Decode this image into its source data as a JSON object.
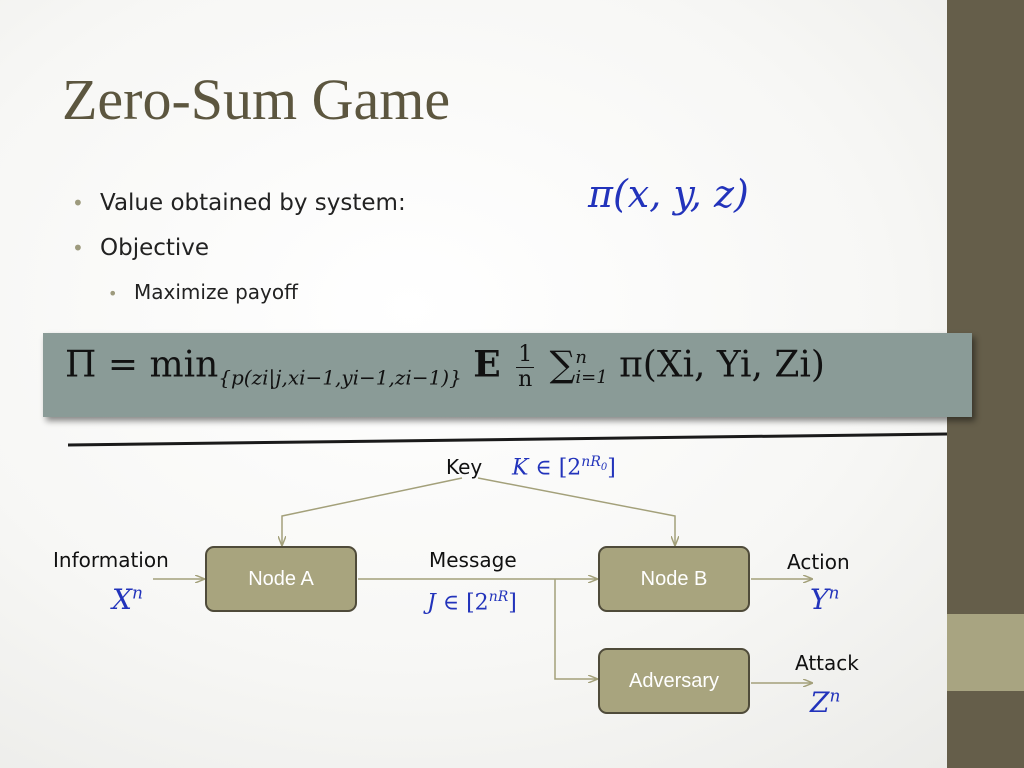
{
  "title": "Zero-Sum Game",
  "bullets": [
    {
      "text": "Value obtained by system:"
    },
    {
      "text": "Objective"
    },
    {
      "text": "Maximize payoff"
    }
  ],
  "bullet_glyph": "•",
  "pi_expression": "π(x, y, z)",
  "formula": {
    "lhs": "Π = min",
    "min_subscript": "{p(zi|j,xi−1,yi−1,zi−1)}",
    "expectation": "E",
    "fraction_num": "1",
    "fraction_den": "n",
    "sum_upper": "n",
    "sum_lower": "i=1",
    "summand": "π(Xi, Yi, Zi)"
  },
  "diagram": {
    "key_label": "Key",
    "key_set": "K ∈ [2nR0]",
    "information_label": "Information",
    "information_var": "Xn",
    "node_a": "Node A",
    "message_label": "Message",
    "message_set": "J ∈ [2nR]",
    "node_b": "Node B",
    "action_label": "Action",
    "action_var": "Yn",
    "adversary": "Adversary",
    "attack_label": "Attack",
    "attack_var": "Zn"
  },
  "colors": {
    "title": "#5c563f",
    "band_dark": "#655e4a",
    "band_light": "#a8a481",
    "formula_box": "#8a9b97",
    "node_fill": "#a8a47e",
    "math_blue": "#2233bb",
    "arrow": "#a3a07a"
  }
}
